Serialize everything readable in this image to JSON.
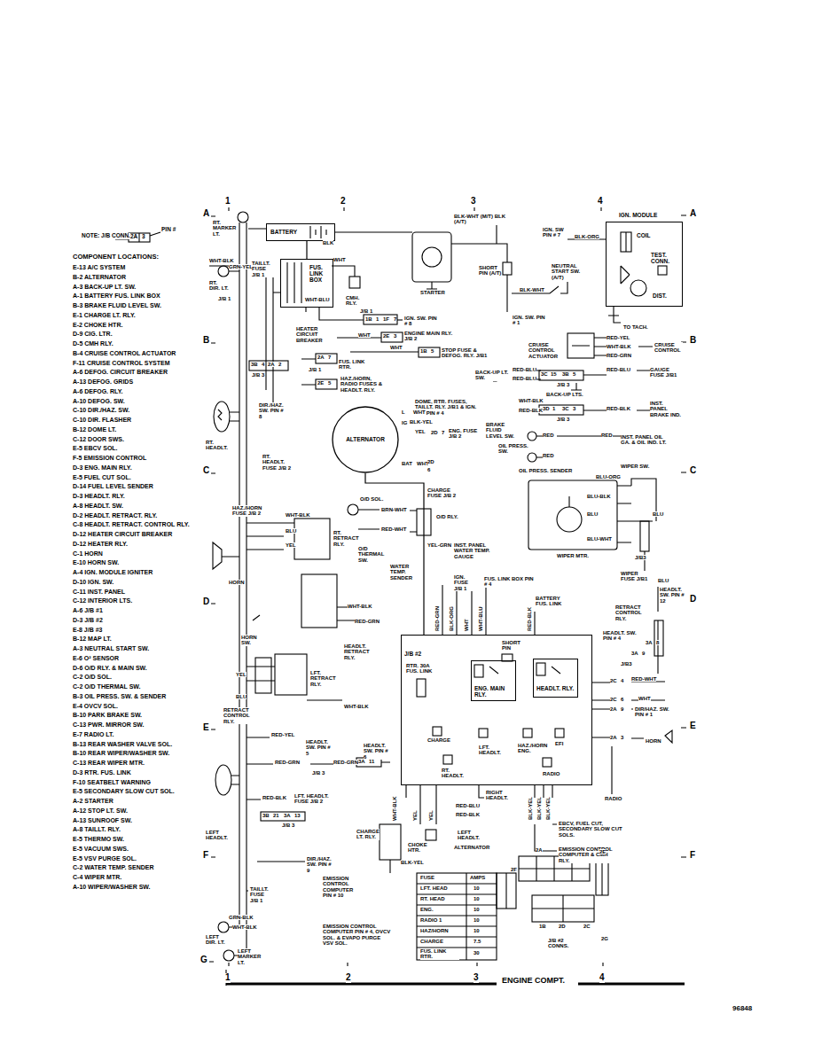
{
  "diagram": {
    "nodes": [
      {
        "text": [
          "BATTERY"
        ]
      },
      {
        "text": [
          "IGN. MODULE",
          "COIL",
          "TEST. CONN.",
          "DIST."
        ]
      },
      {
        "text": [
          "FUS. LINK BOX"
        ]
      },
      {
        "text": [
          "ALTERNATOR"
        ]
      },
      {
        "text": [
          "J/B #2"
        ]
      },
      {
        "text": [
          "ENG. MAIN RLY."
        ],
        "in": 4
      },
      {
        "text": [
          "HEADLT. RLY."
        ],
        "in": 4
      }
    ],
    "edges": [
      {
        "from": 0,
        "to": 2,
        "arrow": "none"
      },
      {
        "from": 3,
        "to": 4,
        "arrow": "none"
      }
    ],
    "labels": [
      "1",
      "2",
      "3",
      "4",
      "A",
      "B",
      "C",
      "D",
      "E",
      "F",
      "G",
      "A",
      "B",
      "C",
      "D",
      "E",
      "F",
      "1",
      "2",
      "3",
      "4",
      "NOTE: J/B CONN.",
      "PIN #",
      "2A",
      "3",
      "COMPONENT LOCATIONS:",
      "E-13 A/C SYSTEM",
      "B-2 ALTERNATOR",
      "A-3 BACK-UP LT. SW.",
      "A-1 BATTERY FUS. LINK BOX",
      "B-3 BRAKE FLUID LEVEL SW.",
      "E-1 CHARGE LT. RLY.",
      "E-2 CHOKE HTR.",
      "D-9 CIG. LTR.",
      "D-5 CMH RLY.",
      "B-4 CRUISE CONTROL ACTUATOR",
      "F-11 CRUISE CONTROL SYSTEM",
      "A-6 DEFOG. CIRCUIT BREAKER",
      "A-13 DEFOG. GRIDS",
      "A-6 DEFOG. RLY.",
      "A-10 DEFOG. SW.",
      "C-10 DIR./HAZ. SW.",
      "C-10 DIR. FLASHER",
      "B-12 DOME LT.",
      "C-12 DOOR SWS.",
      "E-5 EBCV SOL.",
      "F-5 EMISSION CONTROL",
      "D-3 ENG. MAIN RLY.",
      "E-5 FUEL CUT SOL.",
      "D-14 FUEL LEVEL SENDER",
      "D-3 HEADLT. RLY.",
      "A-8 HEADLT. SW.",
      "D-2 HEADLT. RETRACT. RLY.",
      "C-8 HEADLT. RETRACT. CONTROL RLY.",
      "D-12 HEATER CIRCUIT BREAKER",
      "D-12 HEATER RLY.",
      "C-1 HORN",
      "E-10 HORN SW.",
      "A-4 IGN. MODULE IGNITER",
      "D-10 IGN. SW.",
      "C-11 INST. PANEL",
      "C-12 INTERIOR LTS.",
      "A-6 J/B #1",
      "D-3 J/B #2",
      "E-8 J/B #3",
      "B-12 MAP LT.",
      "A-3 NEUTRAL START SW.",
      "E-6 O² SENSOR",
      "D-6 O/D RLY. & MAIN SW.",
      "C-2 O/D SOL.",
      "C-2 O/D THERMAL SW.",
      "B-3 OIL PRESS. SW. & SENDER",
      "E-4 OVCV SOL.",
      "B-10 PARK BRAKE SW.",
      "C-13 PWR. MIRROR SW.",
      "E-7 RADIO LT.",
      "B-13 REAR WASHER VALVE SOL.",
      "B-10 REAR WIPER/WASHER SW.",
      "C-13 REAR WIPER MTR.",
      "D-3 RTR. FUS. LINK",
      "F-10 SEATBELT WARNING",
      "E-5 SECONDARY SLOW CUT SOL.",
      "A-2 STARTER",
      "A-12 STOP LT. SW.",
      "A-13 SUNROOF SW.",
      "A-8 TAILLT. RLY.",
      "E-5 THERMO SW.",
      "E-5 VACUUM SWS.",
      "E-5 VSV PURGE SOL.",
      "C-2 WATER TEMP. SENDER",
      "C-4 WIPER MTR.",
      "A-10 WIPER/WASHER SW.",
      "RT. MARKER LT.",
      "BLK",
      "WHT-BLK",
      "GRN-YEL",
      "RT. DIR. LT.",
      "TAILLT. FUSE J/B 1",
      "J/B 1",
      "WHT",
      "WHT-BLU",
      "CMH. RLY.",
      "J/B 1",
      "1B",
      "1",
      "1F",
      "7",
      "IGN. SW. PIN # 8",
      "HEATER CIRCUIT BREAKER",
      "WHT",
      "2E",
      "3",
      "ENGINE MAIN RLY. J/B 2",
      "WHT",
      "1B",
      "5",
      "STOP FUSE & DEFOG. RLY. J/B1",
      "2A",
      "7",
      "FUS. LINK RTR.",
      "J/B 1",
      "2E",
      "5",
      "HAZ./HORN, RADIO FUSES & HEADLT. RLY.",
      "3B",
      "4",
      "2A",
      "2",
      "J/B 3",
      "DIR./HAZ. SW. PIN # 8",
      "RT. HEADLT.",
      "RT. HEADLT. FUSE J/B 2",
      "DOME, RTR. FUSES, TAILLT. RLY. J/B1 & IGN. SW. PIN # 4",
      "L",
      "IG",
      "BAT",
      "WHT",
      "BLK-YEL",
      "YEL",
      "WHT",
      "2D",
      "7",
      "ENG. FUSE J/B 2",
      "2D",
      "6",
      "CHARGE FUSE J/B 2",
      "BLK-WHT (M/T) BLK (A/T)",
      "STARTER",
      "SHORT PIN (A/T)",
      "NEUTRAL START SW. (A/T)",
      "BLK-WHT",
      "IGN. SW. PIN # 1",
      "IGN. SW PIN # 7",
      "BLK-ORG",
      "TO TACH.",
      "CRUISE CONTROL ACTUATOR",
      "RED-YEL",
      "WHT-BLK",
      "RED-GRN",
      "CRUISE CONTROL",
      "BACK-UP LT. SW.",
      "RED-BLU",
      "RED-BLU",
      "3C",
      "15",
      "3B",
      "5",
      "J/B 3",
      "RED-BLU",
      "GAUGE FUSE J/B1",
      "BACK-UP LTS.",
      "WHT-BLK",
      "RED-BLK",
      "3D",
      "1",
      "3C",
      "3",
      "RED-BLK",
      "INST. PANEL BRAKE IND.",
      "J/B 3",
      "BRAKE FLUID LEVEL SW.",
      "RED",
      "RED",
      "INST. PANEL OIL GA. & OIL IND. LT.",
      "OIL PRESS. SW.",
      "RED",
      "OIL PRESS. SENDER",
      "WIPER SW.",
      "BLU-ORG",
      "BLU-BLK",
      "BLU",
      "BLU",
      "BLU-WHT",
      "WIPER MTR.",
      "J/B3",
      "WIPER FUSE J/B1",
      "BLU",
      "HEADLT. SW. PIN # 12",
      "RETRACT CONTROL RLY.",
      "HEADLT. SW. PIN # 4",
      "3A",
      "8",
      "3A",
      "9",
      "J/B3",
      "2C",
      "4",
      "RED-WHT",
      "2C",
      "6",
      "WHT",
      "2A",
      "9",
      "DIR/HAZ. SW. PIN # 1",
      "2A",
      "3",
      "HORN",
      "RADIO",
      "O/D SOL.",
      "BRN-WHT",
      "RED-WHT",
      "O/D RLY.",
      "O/D THERMAL SW.",
      "YEL-GRN",
      "INST. PANEL WATER TEMP. GAUGE",
      "WATER TEMP. SENDER",
      "IGN. FUSE J/B 1",
      "FUS. LINK BOX PIN # 4",
      "BATTERY FUS. LINK",
      "RED-GRN",
      "BLK-ORG",
      "WHT",
      "WHT-BLU",
      "RED-BLK",
      "RTR. 30A FUS. LINK",
      "SHORT PIN",
      "CHARGE",
      "LFT. HEADLT.",
      "HAZ./HORN ENG.",
      "EFI",
      "RT. HEADLT.",
      "RADIO",
      "WHT-BLK",
      "YEL",
      "YEL",
      "RED-BLU",
      "RED-BLK",
      "RIGHT HEADLT.",
      "LEFT HEADLT.",
      "ALTERNATOR",
      "BLK-YEL",
      "BLK-YEL",
      "BLK-YEL",
      "EBCV, FUEL CUT, SECONDARY SLOW CUT SOLS.",
      "EMISSION CONTROL COMPUTER & CMH RLY.",
      "CHARGE LT. RLY.",
      "CHOKE HTR.",
      "BLK-YEL",
      "EMISSION CONTROL COMPUTER PIN # 10",
      "EMISSION CONTROL COMPUTER PIN # 4, OVCV SOL. & EVAPO PURGE VSV SOL.",
      "FUSE",
      "AMPS",
      "LFT. HEAD",
      "10",
      "RT. HEAD",
      "10",
      "ENG.",
      "10",
      "RADIO 1",
      "10",
      "HAZ/HORN",
      "10",
      "CHARGE",
      "7.5",
      "FUS. LINK RTR.",
      "30",
      "2A",
      "2E",
      "2F",
      "1B",
      "2D",
      "2C",
      "2G",
      "J/B #2 CONNS.",
      "HAZ./HORN FUSE J/B 2",
      "WHT-BLK",
      "BLU",
      "YEL",
      "RT. RETRACT RLY.",
      "HORN",
      "HORN SW.",
      "YEL",
      "BLU",
      "RETRACT CONTROL RLY.",
      "WHT-BLK",
      "RED-GRN",
      "HEADLT. RETRACT RLY.",
      "LFT. RETRACT RLY.",
      "WHT-BLK",
      "RED-YEL",
      "HEADLT. SW. PIN # 5",
      "HEADLT. SW. PIN # 6",
      "RED-GRN",
      "RED-GRN",
      "3A",
      "11",
      "J/B 3",
      "RED-BLK",
      "LFT. HEADLT. FUSE J/B 2",
      "3B",
      "21",
      "3A",
      "13",
      "J/B 3",
      "LEFT HEADLT.",
      "DIR./HAZ. SW. PIN # 9",
      "TAILLT. FUSE J/B 1",
      "GRN-BLK",
      "WHT-BLK",
      "LEFT DIR. LT.",
      "LEFT MARKER LT.",
      "ENGINE COMPT.",
      "96848"
    ]
  }
}
